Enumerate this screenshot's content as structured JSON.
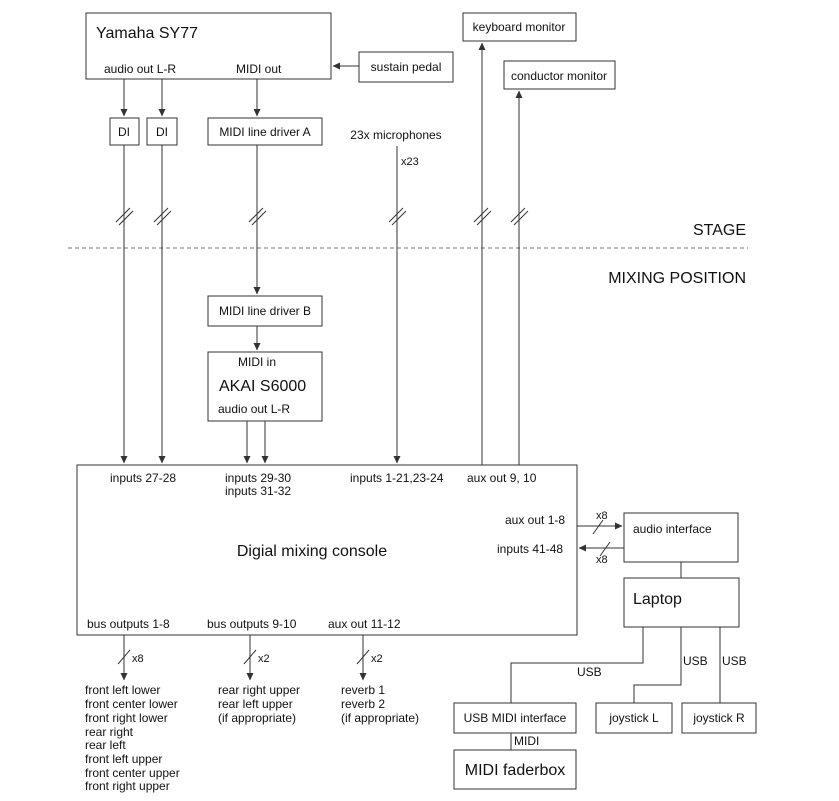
{
  "stage_label": "STAGE",
  "mixing_label": "MIXING POSITION",
  "synth": {
    "title": "Yamaha SY77",
    "audio_out": "audio out L-R",
    "midi_out": "MIDI out"
  },
  "sustain_pedal": "sustain pedal",
  "keyboard_monitor": "keyboard monitor",
  "conductor_monitor": "conductor monitor",
  "di1": "DI",
  "di2": "DI",
  "midi_driver_a": "MIDI line driver A",
  "microphones": "23x microphones",
  "mic_count": "x23",
  "midi_driver_b": "MIDI line driver B",
  "akai": {
    "midi_in": "MIDI in",
    "title": "AKAI S6000",
    "audio_out": "audio out L-R"
  },
  "console": {
    "title": "Digial mixing console",
    "in_27_28": "inputs 27-28",
    "in_29_30": "inputs 29-30",
    "in_31_32": "inputs 31-32",
    "in_1_24": "inputs 1-21,23-24",
    "aux_9_10": "aux out 9, 10",
    "aux_1_8": "aux out 1-8",
    "in_41_48": "inputs 41-48",
    "bus_1_8": "bus outputs 1-8",
    "bus_9_10": "bus outputs 9-10",
    "aux_11_12": "aux out 11-12"
  },
  "audio_interface": "audio interface",
  "x8_top": "x8",
  "x8_bottom": "x8",
  "laptop": "Laptop",
  "usb_1": "USB",
  "usb_2": "USB",
  "usb_3": "USB",
  "usb_midi_interface": "USB MIDI interface",
  "joystick_l": "joystick L",
  "joystick_r": "joystick R",
  "midi_label": "MIDI",
  "midi_faderbox": "MIDI faderbox",
  "bus1_count": "x8",
  "bus2_count": "x2",
  "bus3_count": "x2",
  "bus1_outputs": [
    "front left lower",
    "front center lower",
    "front right lower",
    "rear right",
    "rear left",
    "front left upper",
    "front center upper",
    "front right upper"
  ],
  "bus2_outputs": [
    "rear right upper",
    "rear left upper",
    "(if appropriate)"
  ],
  "bus3_outputs": [
    "reverb 1",
    "reverb 2",
    "(if appropriate)"
  ]
}
